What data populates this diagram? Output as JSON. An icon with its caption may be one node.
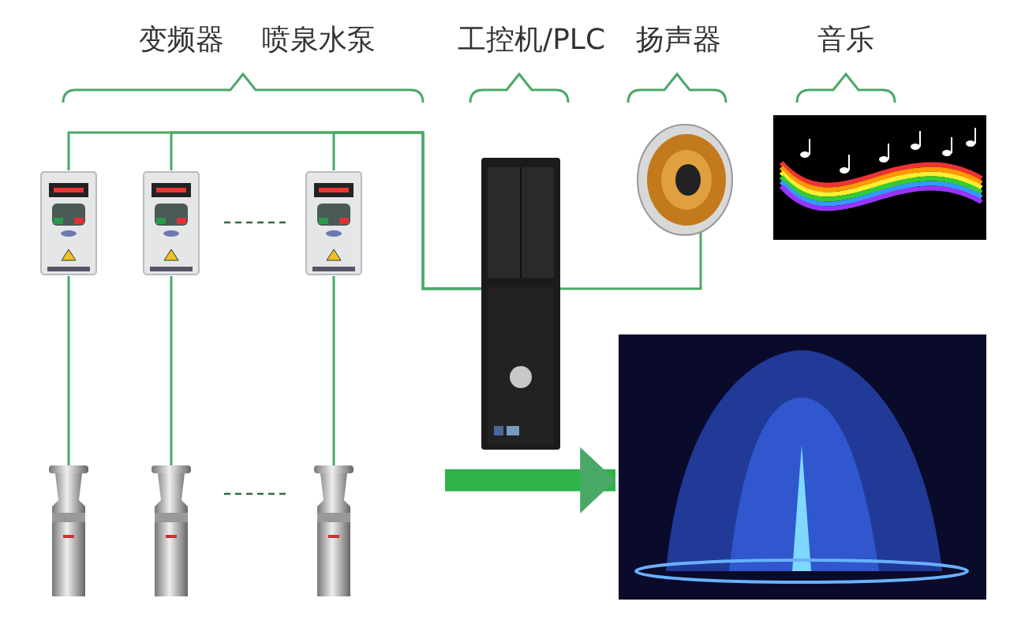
{
  "diagram": {
    "nodes": [
      {
        "text": [],
        "shape": "picture"
      },
      {
        "text": [],
        "shape": "picture"
      },
      {
        "text": [],
        "shape": "picture"
      },
      {
        "text": [],
        "shape": "picture"
      },
      {
        "text": [],
        "shape": "picture"
      },
      {
        "text": [],
        "shape": "picture"
      },
      {
        "text": [],
        "shape": "picture"
      },
      {
        "text": [],
        "shape": "picture"
      },
      {
        "text": [],
        "shape": "picture"
      },
      {
        "text": [],
        "shape": "picture"
      }
    ],
    "edges": [
      {
        "from": 0,
        "to": 3,
        "arrow": "none"
      },
      {
        "from": 1,
        "to": 3,
        "arrow": "none"
      },
      {
        "from": 2,
        "to": 3,
        "arrow": "none"
      },
      {
        "from": 3,
        "to": 4,
        "arrow": "none"
      },
      {
        "from": 0,
        "to": 6,
        "arrow": "none"
      },
      {
        "from": 1,
        "to": 7,
        "arrow": "none"
      },
      {
        "from": 2,
        "to": 8,
        "arrow": "none"
      },
      {
        "from": null,
        "to": 9,
        "arrow": "to",
        "style": "thick"
      }
    ],
    "labels": [
      "变频器",
      "喷泉水泵",
      "工控机/PLC",
      "扬声器",
      "音乐"
    ]
  }
}
